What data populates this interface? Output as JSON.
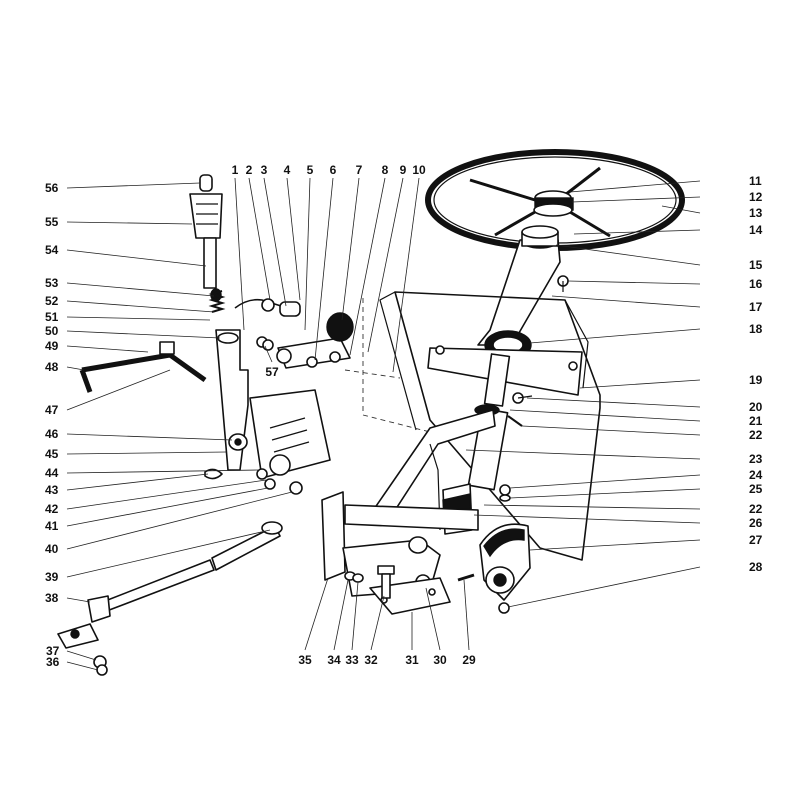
{
  "callouts": [
    {
      "id": "1",
      "label": "1"
    },
    {
      "id": "2",
      "label": "2"
    },
    {
      "id": "3",
      "label": "3"
    },
    {
      "id": "4",
      "label": "4"
    },
    {
      "id": "5",
      "label": "5"
    },
    {
      "id": "6",
      "label": "6"
    },
    {
      "id": "7",
      "label": "7"
    },
    {
      "id": "8",
      "label": "8"
    },
    {
      "id": "9",
      "label": "9"
    },
    {
      "id": "10",
      "label": "10"
    },
    {
      "id": "11",
      "label": "11"
    },
    {
      "id": "12",
      "label": "12"
    },
    {
      "id": "13",
      "label": "13"
    },
    {
      "id": "14",
      "label": "14"
    },
    {
      "id": "15",
      "label": "15"
    },
    {
      "id": "16",
      "label": "16"
    },
    {
      "id": "17",
      "label": "17"
    },
    {
      "id": "18",
      "label": "18"
    },
    {
      "id": "19",
      "label": "19"
    },
    {
      "id": "20",
      "label": "20"
    },
    {
      "id": "21",
      "label": "21"
    },
    {
      "id": "22a",
      "label": "22"
    },
    {
      "id": "22b",
      "label": "22"
    },
    {
      "id": "23",
      "label": "23"
    },
    {
      "id": "24",
      "label": "24"
    },
    {
      "id": "25",
      "label": "25"
    },
    {
      "id": "26",
      "label": "26"
    },
    {
      "id": "27",
      "label": "27"
    },
    {
      "id": "28",
      "label": "28"
    },
    {
      "id": "29",
      "label": "29"
    },
    {
      "id": "30",
      "label": "30"
    },
    {
      "id": "31",
      "label": "31"
    },
    {
      "id": "32",
      "label": "32"
    },
    {
      "id": "33",
      "label": "33"
    },
    {
      "id": "34",
      "label": "34"
    },
    {
      "id": "35",
      "label": "35"
    },
    {
      "id": "36",
      "label": "36"
    },
    {
      "id": "37",
      "label": "37"
    },
    {
      "id": "38",
      "label": "38"
    },
    {
      "id": "39",
      "label": "39"
    },
    {
      "id": "40",
      "label": "40"
    },
    {
      "id": "41",
      "label": "41"
    },
    {
      "id": "42",
      "label": "42"
    },
    {
      "id": "43",
      "label": "43"
    },
    {
      "id": "44",
      "label": "44"
    },
    {
      "id": "45",
      "label": "45"
    },
    {
      "id": "46",
      "label": "46"
    },
    {
      "id": "47",
      "label": "47"
    },
    {
      "id": "48",
      "label": "48"
    },
    {
      "id": "49",
      "label": "49"
    },
    {
      "id": "50",
      "label": "50"
    },
    {
      "id": "51",
      "label": "51"
    },
    {
      "id": "52",
      "label": "52"
    },
    {
      "id": "53",
      "label": "53"
    },
    {
      "id": "54",
      "label": "54"
    },
    {
      "id": "55",
      "label": "55"
    },
    {
      "id": "56",
      "label": "56"
    },
    {
      "id": "57",
      "label": "57"
    }
  ]
}
